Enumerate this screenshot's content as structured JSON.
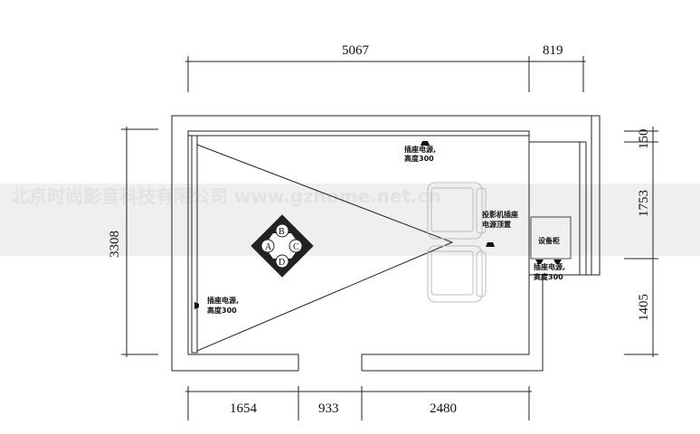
{
  "dimensions": {
    "top": [
      "5067",
      "819"
    ],
    "bottom": [
      "1654",
      "933",
      "2480"
    ],
    "left": "3308",
    "right": [
      "150",
      "1753",
      "1405"
    ]
  },
  "labels": {
    "outlet_top": [
      "插座电源,",
      "高度300"
    ],
    "outlet_left": [
      "插座电源,",
      "高度300"
    ],
    "outlet_right": [
      "插座电源,",
      "高度300"
    ],
    "projector_outlet": [
      "投影机插座",
      "电源顶置"
    ],
    "cabinet": "设备柜",
    "speakers": [
      "A",
      "B",
      "C",
      "D"
    ]
  },
  "watermark": "北京时尚影音科技有限公司  www.gzhome.net.cn"
}
